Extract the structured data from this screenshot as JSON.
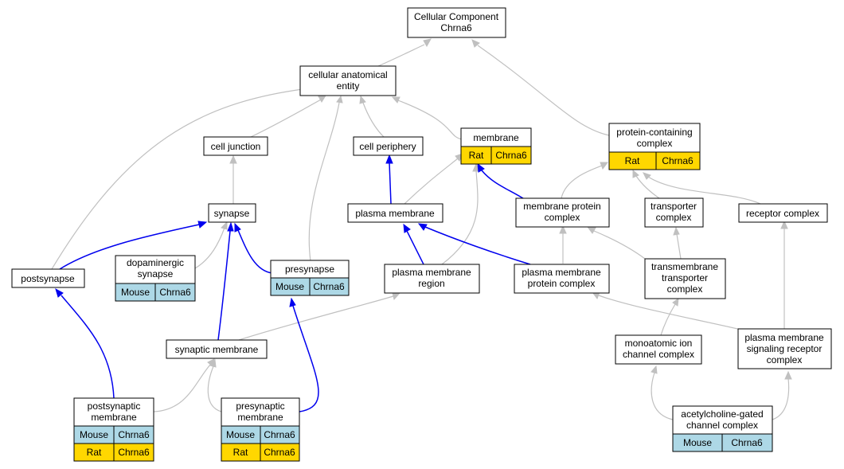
{
  "colors": {
    "mouse": "#add8e6",
    "rat": "#ffd700",
    "edge_grey": "#c0c0c0",
    "edge_blue": "#0000ee"
  },
  "nodes": {
    "root": {
      "line1": "Cellular Component",
      "line2": "Chrna6"
    },
    "cae": {
      "line1": "cellular anatomical",
      "line2": "entity"
    },
    "cell_junction": {
      "line1": "cell junction"
    },
    "cell_periphery": {
      "line1": "cell periphery"
    },
    "membrane": {
      "line1": "membrane",
      "rows": [
        [
          "Rat",
          "Chrna6"
        ]
      ]
    },
    "pcc": {
      "line1": "protein-containing",
      "line2": "complex",
      "rows": [
        [
          "Rat",
          "Chrna6"
        ]
      ]
    },
    "synapse": {
      "line1": "synapse"
    },
    "plasma_membrane": {
      "line1": "plasma membrane"
    },
    "mpc": {
      "line1": "membrane protein",
      "line2": "complex"
    },
    "transporter": {
      "line1": "transporter",
      "line2": "complex"
    },
    "receptor": {
      "line1": "receptor complex"
    },
    "postsynapse": {
      "line1": "postsynapse"
    },
    "dopaminergic": {
      "line1": "dopaminergic",
      "line2": "synapse",
      "rows": [
        [
          "Mouse",
          "Chrna6"
        ]
      ]
    },
    "presynapse": {
      "line1": "presynapse",
      "rows": [
        [
          "Mouse",
          "Chrna6"
        ]
      ]
    },
    "pmr": {
      "line1": "plasma membrane",
      "line2": "region"
    },
    "pmpc": {
      "line1": "plasma membrane",
      "line2": "protein complex"
    },
    "ttc": {
      "line1": "transmembrane",
      "line2": "transporter",
      "line3": "complex"
    },
    "synaptic_membrane": {
      "line1": "synaptic membrane"
    },
    "monoatomic": {
      "line1": "monoatomic ion",
      "line2": "channel complex"
    },
    "pmsrc": {
      "line1": "plasma membrane",
      "line2": "signaling receptor",
      "line3": "complex"
    },
    "post_membrane": {
      "line1": "postsynaptic",
      "line2": "membrane",
      "rows": [
        [
          "Mouse",
          "Chrna6"
        ],
        [
          "Rat",
          "Chrna6"
        ]
      ]
    },
    "pre_membrane": {
      "line1": "presynaptic",
      "line2": "membrane",
      "rows": [
        [
          "Mouse",
          "Chrna6"
        ],
        [
          "Rat",
          "Chrna6"
        ]
      ]
    },
    "achgcc": {
      "line1": "acetylcholine-gated",
      "line2": "channel complex",
      "rows": [
        [
          "Mouse",
          "Chrna6"
        ]
      ]
    }
  }
}
